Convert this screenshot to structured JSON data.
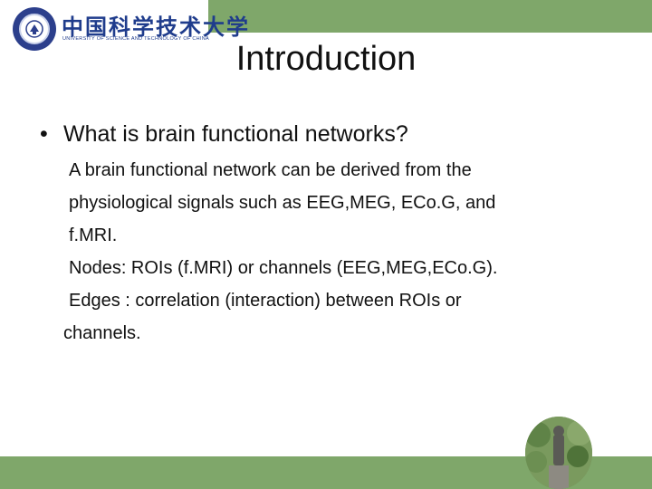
{
  "header": {
    "university_cn": "中国科学技术大学",
    "university_en": "UNIVERSITY OF SCIENCE AND TECHNOLOGY OF CHINA"
  },
  "slide": {
    "title": "Introduction",
    "bullet": "What is brain functional networks?",
    "body_lines": [
      "A brain functional network can be derived from the",
      "physiological signals such as EEG,MEG, ECo.G, and",
      "f.MRI.",
      "Nodes: ROIs (f.MRI) or channels (EEG,MEG,ECo.G).",
      "Edges : correlation (interaction) between ROIs or",
      "channels."
    ]
  },
  "colors": {
    "accent_green": "#7fa76a",
    "logo_blue": "#1f3c8c"
  }
}
